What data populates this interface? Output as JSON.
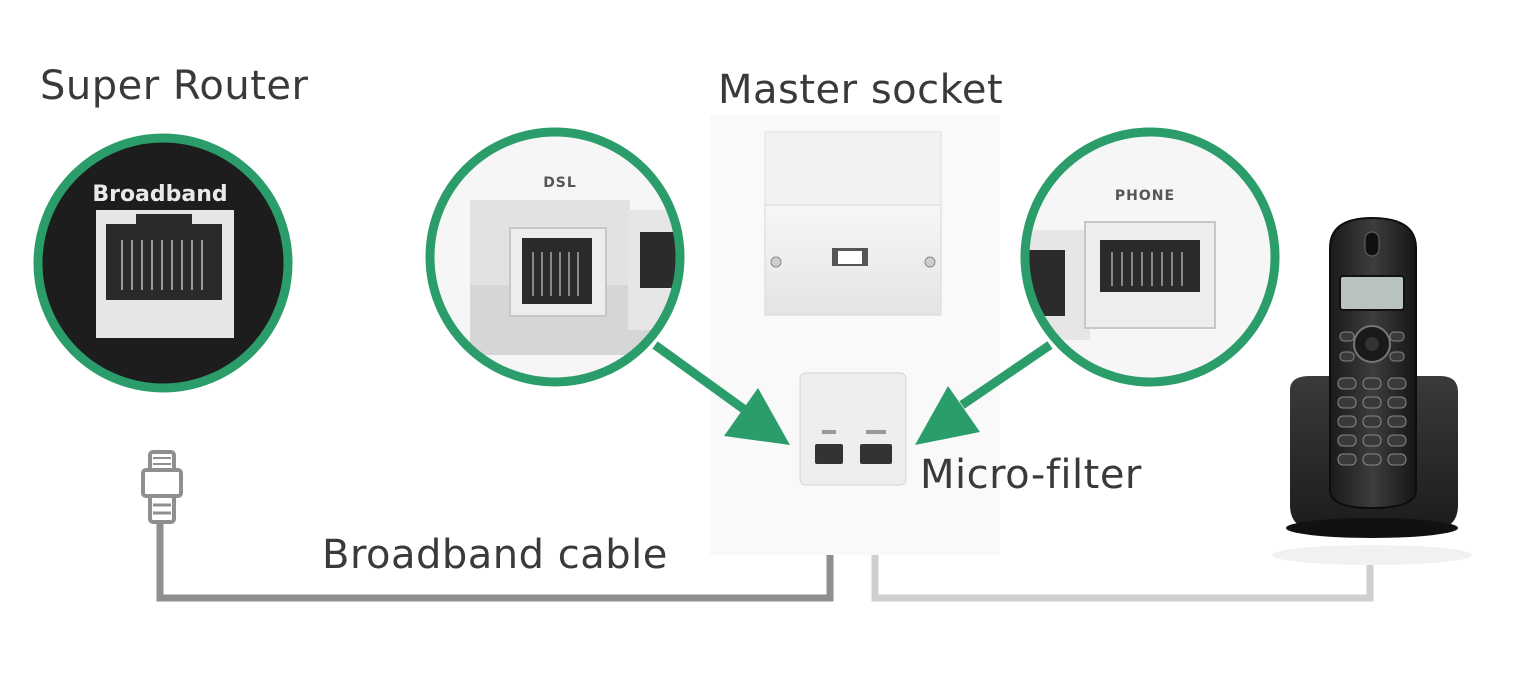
{
  "labels": {
    "router": "Super Router",
    "master_socket": "Master socket",
    "micro_filter": "Micro-filter",
    "broadband_cable": "Broadband cable"
  },
  "port_labels": {
    "router_port": "Broadband",
    "dsl_port": "DSL",
    "phone_port": "PHONE"
  },
  "colors": {
    "accent": "#2a9d6a",
    "text": "#3a3a3a",
    "broadband_cable": "#8f8f8f",
    "phone_cable": "#cfcfcf"
  },
  "icons": [
    "rj45-plug-icon",
    "cordless-phone-icon",
    "router-port-icon",
    "wall-socket-icon",
    "micro-filter-icon"
  ]
}
